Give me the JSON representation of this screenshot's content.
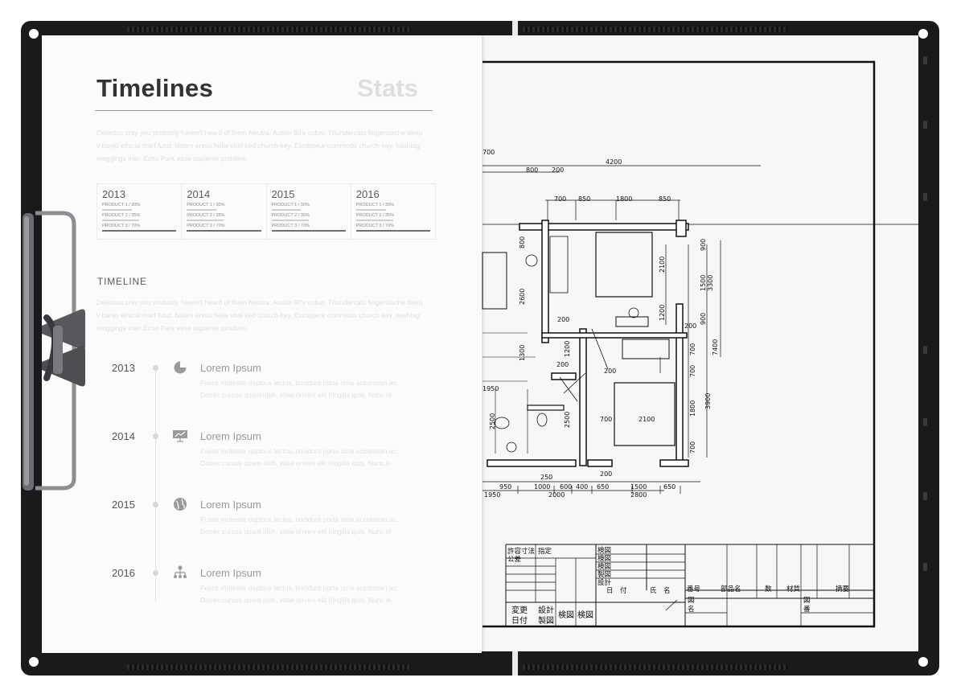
{
  "left_sheet": {
    "title": "Timelines",
    "title_secondary": "Stats",
    "intro_text": "Delectus cray you probably haven't heard of them Neutra. Austin 90's cubar. Thundercats fingerstache deep v banjo ethical marf fund. bitters ennui hella viral ked church-key. Excepteur commodo church-key. hashtag meggings man Echo Park esse sapiente proident.",
    "stats": [
      {
        "year": "2013",
        "products": [
          "PRODUCT 1 / 30%",
          "PRODUCT 2 / 35%",
          "PRODUCT 3 / 70%"
        ]
      },
      {
        "year": "2014",
        "products": [
          "PRODUCT 1 / 30%",
          "PRODUCT 2 / 35%",
          "PRODUCT 3 / 70%"
        ]
      },
      {
        "year": "2015",
        "products": [
          "PRODUCT 1 / 30%",
          "PRODUCT 2 / 35%",
          "PRODUCT 3 / 70%"
        ]
      },
      {
        "year": "2016",
        "products": [
          "PRODUCT 1 / 30%",
          "PRODUCT 2 / 35%",
          "PRODUCT 3 / 70%"
        ]
      }
    ],
    "timeline_heading": "TIMELINE",
    "timeline_intro": "Delectus cray you probably haven't heard of them Neutra. Austin 90's cubar. Thundercats fingerstache deep v banjo ethical marf fund. bitters ennui hella viral ked church-key. Excepteur commodo church-key. hashtag meggings man Echo Park esse sapiente proident.",
    "timeline": [
      {
        "year": "2013",
        "title": "Lorem Ipsum",
        "icon": "pie-chart-icon",
        "text": "Fusce molestie dapibus lectus, tincidunt porta urna accumsan ac. Donec cursus quam nibh, vitae ornare elit fringilla quis. Nunc in"
      },
      {
        "year": "2014",
        "title": "Lorem Ipsum",
        "icon": "presentation-icon",
        "text": "Fusce molestie dapibus lectus, tincidunt porta urna accumsan ac. Donec cursus quam nibh, vitae ornare elit fringilla quis. Nunc in"
      },
      {
        "year": "2015",
        "title": "Lorem Ipsum",
        "icon": "globe-icon",
        "text": "Fusce molestie dapibus lectus, tincidunt porta urna accumsan ac. Donec cursus quam nibh, vitae ornare elit fringilla quis. Nunc in"
      },
      {
        "year": "2016",
        "title": "Lorem Ipsum",
        "icon": "org-chart-icon",
        "text": "Fusce molestie dapibus lectus, tincidunt porta urna accumsan ac. Donec cursus quam nibh, vitae ornare elit fringilla quis. Nunc in"
      }
    ]
  },
  "right_sheet": {
    "dimensions_top": [
      "700",
      "4200",
      "800",
      "200",
      "700",
      "850",
      "1800",
      "850"
    ],
    "dimensions_side": [
      "800",
      "2100",
      "900",
      "1500",
      "3300",
      "2600",
      "1200",
      "200",
      "900",
      "1300",
      "1200",
      "700",
      "7400",
      "700",
      "1800",
      "3900",
      "700",
      "2500",
      "2500",
      "1950"
    ],
    "dimensions_inner": [
      "200",
      "200",
      "200",
      "200",
      "700",
      "2100",
      "250",
      "200"
    ],
    "dimensions_bottom": [
      "950",
      "1000",
      "600",
      "400",
      "650",
      "1500",
      "650",
      "1950",
      "2000",
      "2800"
    ],
    "title_block": {
      "tolerance": "許容寸法",
      "tolerance_sub": "公差",
      "designation": "指定",
      "checks": [
        "検図",
        "検図",
        "検図",
        "製図",
        "設計"
      ],
      "date": "日　付",
      "name": "氏　名",
      "number": "番号",
      "part_name": "部品名",
      "qty": "数",
      "material": "材質",
      "summary": "摘要",
      "change": "変更",
      "change_date": "日付",
      "design": "設計",
      "drafting": "製図",
      "inspect1": "検図",
      "inspect2": "検図",
      "drawing_name_1": "図",
      "drawing_name_2": "名",
      "drawing_no_1": "図",
      "drawing_no_2": "番"
    }
  },
  "colors": {
    "board": "#1a1a1c",
    "paper": "#fbfbfc",
    "drawing_paper": "#f7f7f7",
    "ink": "#111111"
  }
}
